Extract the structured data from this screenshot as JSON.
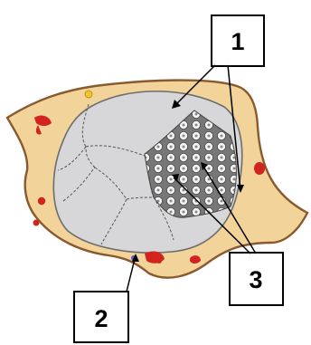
{
  "labels": {
    "label_1": "1",
    "label_2": "2",
    "label_3": "3"
  },
  "colors": {
    "connective_tissue": "#f2d39a",
    "outer_border": "#8a5a2e",
    "fascicle_fill": "#d7d7d9",
    "blood_vessel": "#d2231e",
    "axon_cluster": "#777777",
    "axon_lumen": "#f4f4f4",
    "label_box_border": "#000000"
  }
}
